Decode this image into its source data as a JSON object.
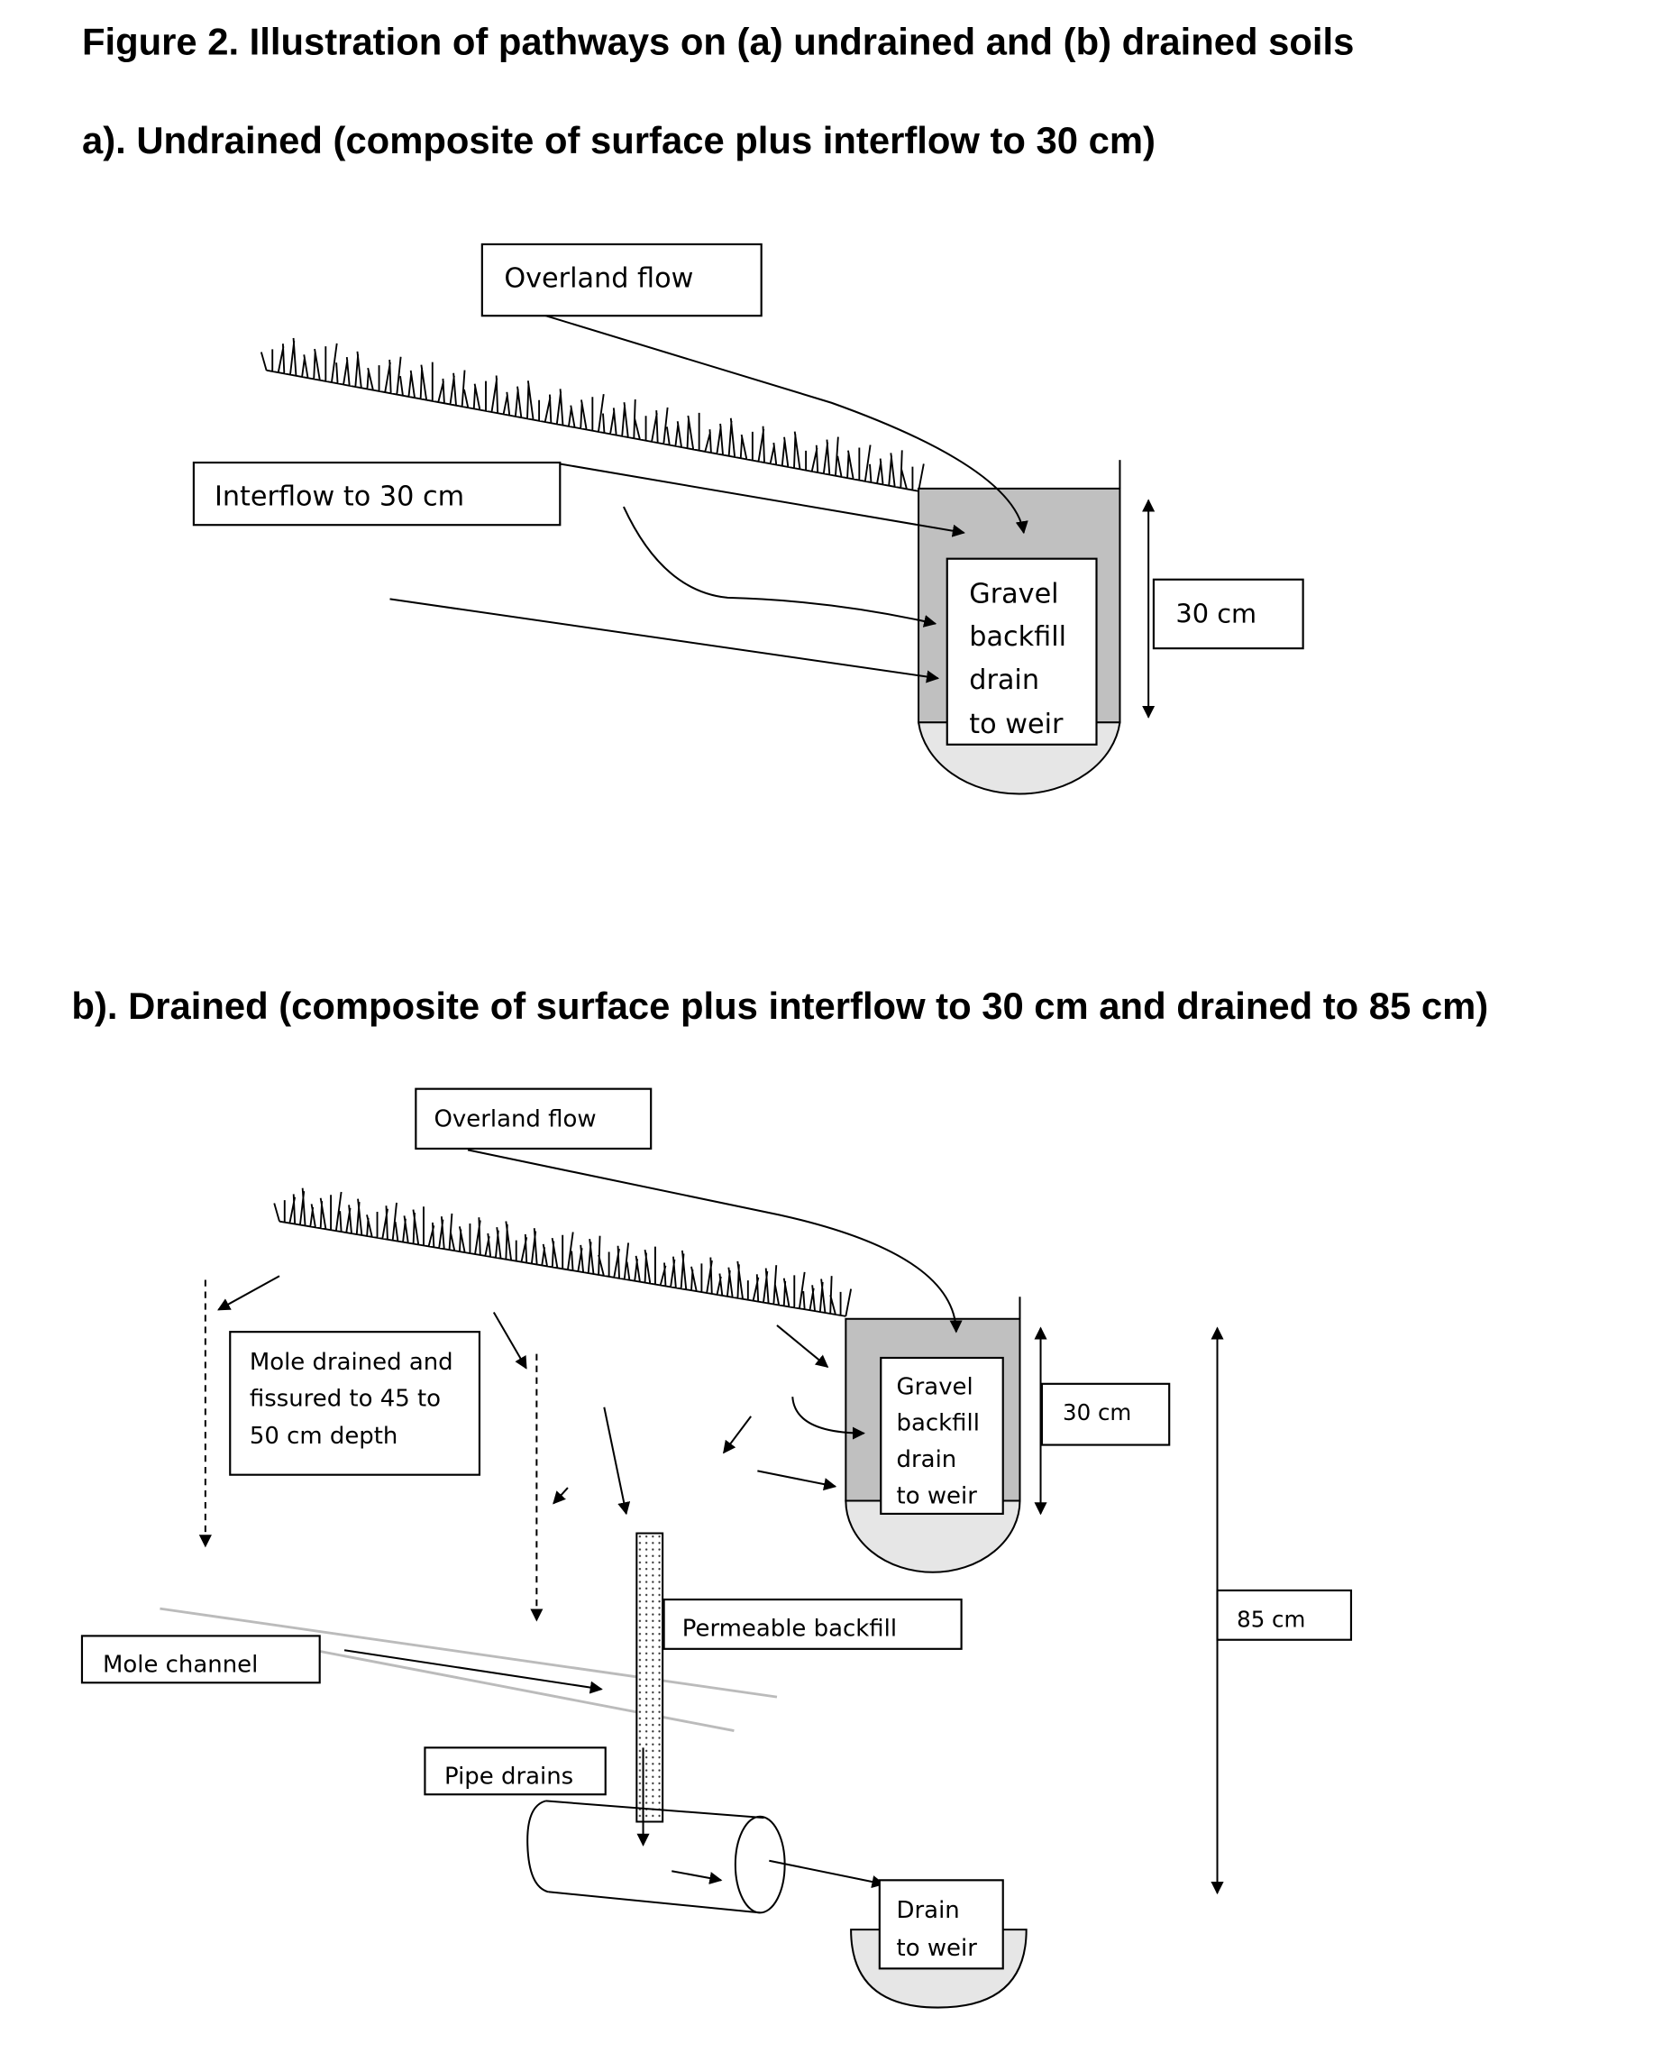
{
  "figure_title": "Figure 2. Illustration of pathways on (a) undrained and (b) drained soils",
  "panel_a": {
    "heading": "a). Undrained (composite of surface plus interflow to 30 cm)",
    "overland_flow": "Overland flow",
    "interflow": "Interflow to 30 cm",
    "gravel_lines": [
      "Gravel",
      "backfill",
      "drain",
      "to weir"
    ],
    "depth_label": "30 cm"
  },
  "panel_b": {
    "heading": "b). Drained (composite of surface plus interflow to 30 cm and drained to 85 cm)",
    "overland_flow": "Overland flow",
    "mole_drained_lines": [
      "Mole drained and",
      "fissured to 45 to",
      "50 cm depth"
    ],
    "gravel_lines": [
      "Gravel",
      "backfill",
      "drain",
      "to weir"
    ],
    "depth_label_30": "30 cm",
    "depth_label_85": "85 cm",
    "permeable_backfill": "Permeable backfill",
    "mole_channel": "Mole channel",
    "pipe_drains": "Pipe drains",
    "drain_to_weir_lines": [
      "Drain",
      "to weir"
    ]
  },
  "colors": {
    "gravel": "#c0c0c0",
    "sump": "#e6e6e6",
    "mole_lines": "#bbbbbb"
  }
}
